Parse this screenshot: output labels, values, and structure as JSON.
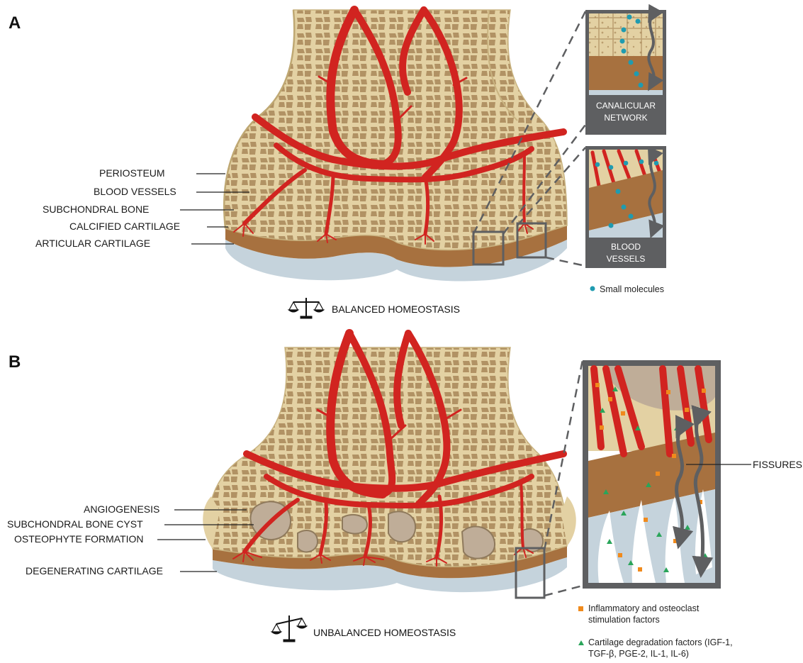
{
  "panels": {
    "a": {
      "letter": "A",
      "labels": {
        "periosteum": "PERIOSTEUM",
        "blood_vessels": "BLOOD VESSELS",
        "subchondral_bone": "SUBCHONDRAL BONE",
        "calcified_cartilage": "CALCIFIED CARTILAGE",
        "articular_cartilage": "ARTICULAR CARTILAGE"
      },
      "insets": {
        "canalicular_line1": "CANALICULAR",
        "canalicular_line2": "NETWORK",
        "vessels_line1": "BLOOD",
        "vessels_line2": "VESSELS"
      },
      "legend": {
        "small_molecules": "Small molecules"
      },
      "caption": "BALANCED HOMEOSTASIS"
    },
    "b": {
      "letter": "B",
      "labels": {
        "angiogenesis": "ANGIOGENESIS",
        "subchondral_bone_cyst": "SUBCHONDRAL BONE CYST",
        "osteophyte_formation": "OSTEOPHYTE  FORMATION",
        "degenerating_cartilage": "DEGENERATING  CARTILAGE",
        "fissures": "FISSURES"
      },
      "legend": {
        "inflammatory_line1": "Inflammatory  and osteoclast",
        "inflammatory_line2": "stimulation factors",
        "degradation_line1": "Cartilage degradation factors (IGF-1,",
        "degradation_line2": "TGF-β,  PGE-2, IL-1, IL-6)"
      },
      "caption": "UNBALANCED HOMEOSTASIS"
    }
  },
  "colors": {
    "bone": "#e3d1a3",
    "trabecula_pore": "#9c7a4c",
    "vessel": "#d12420",
    "calcified_cartilage": "#a7713f",
    "articular_cartilage": "#c5d3dc",
    "inset_frame": "#5e5f61",
    "small_molecule": "#1f9bb0",
    "inflammatory_factor": "#f08a1c",
    "degradation_factor": "#2aa55a"
  }
}
